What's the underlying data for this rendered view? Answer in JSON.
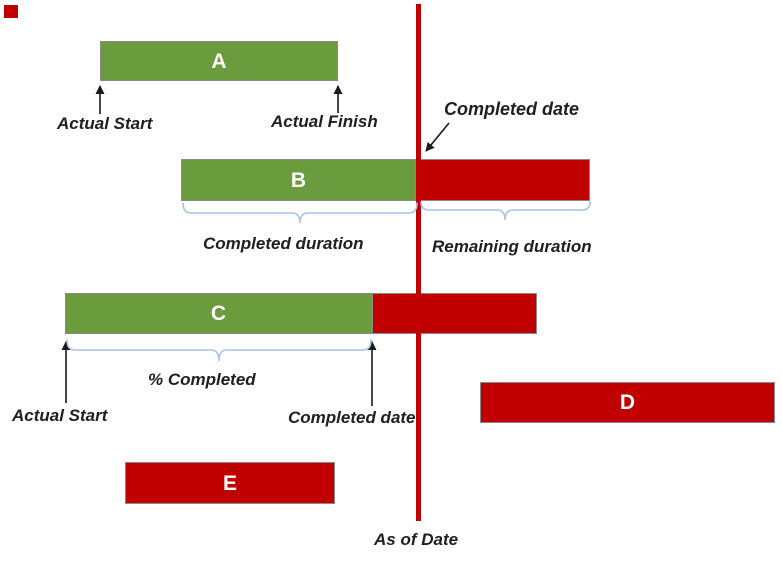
{
  "diagram": {
    "type": "gantt-progress-tracking-explainer",
    "bars": [
      {
        "label": "A",
        "segments": [
          "completed"
        ]
      },
      {
        "label": "B",
        "segments": [
          "completed",
          "remaining"
        ]
      },
      {
        "label": "C",
        "segments": [
          "completed",
          "remaining"
        ]
      },
      {
        "label": "D",
        "segments": [
          "remaining"
        ]
      },
      {
        "label": "E",
        "segments": [
          "remaining"
        ]
      }
    ],
    "annotations": {
      "actual_start_a": "Actual Start",
      "actual_finish_a": "Actual Finish",
      "completed_date_b": "Completed date",
      "completed_duration_b": "Completed duration",
      "remaining_duration_b": "Remaining duration",
      "percent_completed_c": "% Completed",
      "actual_start_c": "Actual Start",
      "completed_date_c": "Completed date",
      "as_of_date": "As of Date"
    },
    "colors": {
      "completed_green": "#6A9B3C",
      "remaining_red": "#C00000",
      "as_of_date_line": "#C00000",
      "brace_blue": "#A9C4E4",
      "bar_border_gray": "#898989",
      "annotation_text": "#202020",
      "bar_label_text": "#FFFFFF"
    }
  }
}
